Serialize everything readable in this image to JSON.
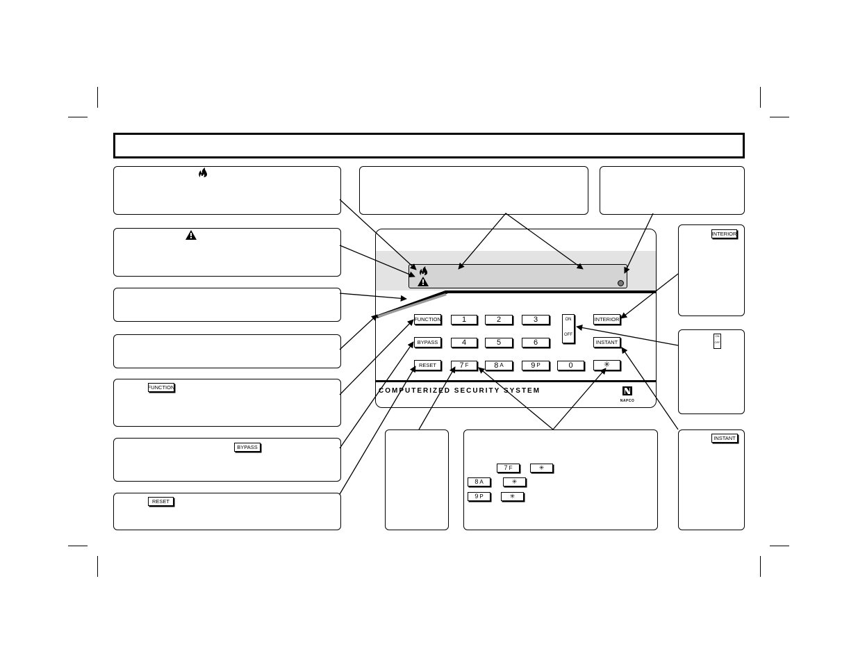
{
  "keypad": {
    "brand": "COMPUTERIZED SECURITY SYSTEM",
    "logo_text": "NAPCO",
    "function_key": "FUNCTION",
    "bypass_key": "BYPASS",
    "reset_key": "RESET",
    "interior_key": "INTERIOR",
    "instant_key": "INSTANT",
    "switch_on": "ON",
    "switch_off": "OFF",
    "digit_keys": [
      "1",
      "2",
      "3",
      "4",
      "5",
      "6"
    ],
    "key_7": "7",
    "key_7_suffix": "F",
    "key_8": "8",
    "key_8_suffix": "A",
    "key_9": "9",
    "key_9_suffix": "P",
    "key_0": "0",
    "star_key": "✳",
    "icons": [
      "fire-icon",
      "warning-icon"
    ]
  },
  "callouts": {
    "function_key_label": "FUNCTION",
    "bypass_key_label": "BYPASS",
    "reset_key_label": "RESET",
    "interior_key_label": "INTERIOR",
    "instant_key_label": "INSTANT",
    "switch_on": "ON",
    "switch_off": "OFF",
    "emergency_keys": [
      {
        "key": "7",
        "suffix": "F",
        "star": "✳"
      },
      {
        "key": "8",
        "suffix": "A",
        "star": "✳"
      },
      {
        "key": "9",
        "suffix": "P",
        "star": "✳"
      }
    ]
  }
}
